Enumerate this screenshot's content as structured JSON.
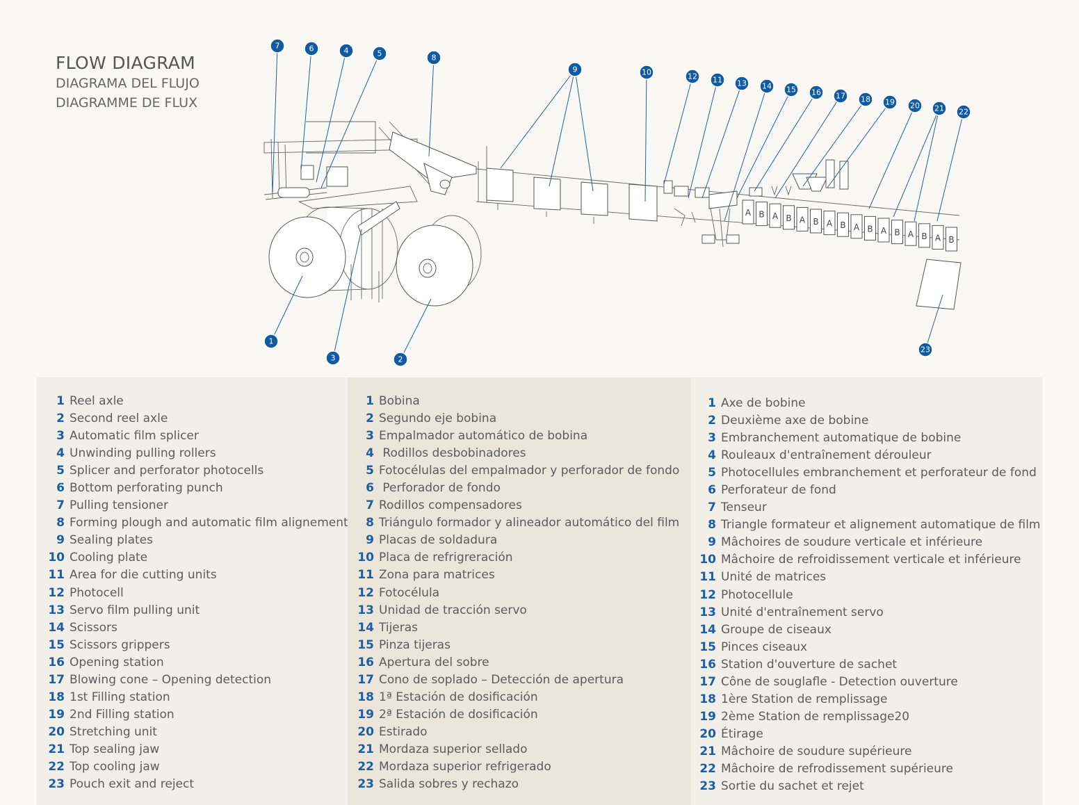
{
  "header": {
    "title_en": "FLOW DIAGRAM",
    "title_es": "DIAGRAMA DEL FLUJO",
    "title_fr": "DIAGRAMME DE FLUX"
  },
  "bag_letters": [
    "A",
    "B"
  ],
  "callouts": [
    "1",
    "2",
    "3",
    "4",
    "5",
    "6",
    "7",
    "8",
    "9",
    "10",
    "11",
    "12",
    "13",
    "14",
    "15",
    "16",
    "17",
    "18",
    "19",
    "20",
    "21",
    "22",
    "23"
  ],
  "legend_en": [
    {
      "n": "1",
      "t": "Reel axle"
    },
    {
      "n": "2",
      "t": "Second reel axle"
    },
    {
      "n": "3",
      "t": "Automatic film splicer"
    },
    {
      "n": "4",
      "t": "Unwinding pulling rollers"
    },
    {
      "n": "5",
      "t": "Splicer and perforator photocells"
    },
    {
      "n": "6",
      "t": "Bottom perforating punch"
    },
    {
      "n": "7",
      "t": "Pulling tensioner"
    },
    {
      "n": "8",
      "t": "Forming plough and automatic film alignement"
    },
    {
      "n": "9",
      "t": "Sealing plates"
    },
    {
      "n": "10",
      "t": "Cooling plate"
    },
    {
      "n": "11",
      "t": "Area for die cutting units"
    },
    {
      "n": "12",
      "t": "Photocell"
    },
    {
      "n": "13",
      "t": "Servo film pulling unit"
    },
    {
      "n": "14",
      "t": "Scissors"
    },
    {
      "n": "15",
      "t": "Scissors grippers"
    },
    {
      "n": "16",
      "t": "Opening station"
    },
    {
      "n": "17",
      "t": "Blowing cone – Opening detection"
    },
    {
      "n": "18",
      "t": "1st Filling station"
    },
    {
      "n": "19",
      "t": "2nd Filling station"
    },
    {
      "n": "20",
      "t": "Stretching unit"
    },
    {
      "n": "21",
      "t": "Top sealing jaw"
    },
    {
      "n": "22",
      "t": "Top cooling jaw"
    },
    {
      "n": "23",
      "t": "Pouch exit and reject"
    }
  ],
  "legend_es": [
    {
      "n": "1",
      "t": "Bobina"
    },
    {
      "n": "2",
      "t": "Segundo eje bobina"
    },
    {
      "n": "3",
      "t": "Empalmador automático de bobina"
    },
    {
      "n": "4",
      "t": " Rodillos desbobinadores"
    },
    {
      "n": "5",
      "t": "Fotocélulas del empalmador y perforador de fondo"
    },
    {
      "n": "6",
      "t": " Perforador de fondo"
    },
    {
      "n": "7",
      "t": "Rodillos compensadores"
    },
    {
      "n": "8",
      "t": "Triángulo formador y alineador automático del film"
    },
    {
      "n": "9",
      "t": "Placas de soldadura"
    },
    {
      "n": "10",
      "t": "Placa de refrigreración"
    },
    {
      "n": "11",
      "t": "Zona para matrices"
    },
    {
      "n": "12",
      "t": "Fotocélula"
    },
    {
      "n": "13",
      "t": "Unidad de tracción servo"
    },
    {
      "n": "14",
      "t": "Tijeras"
    },
    {
      "n": "15",
      "t": "Pinza tijeras"
    },
    {
      "n": "16",
      "t": "Apertura del sobre"
    },
    {
      "n": "17",
      "t": "Cono de soplado – Detección de apertura"
    },
    {
      "n": "18",
      "t": "1ª Estación de dosificación"
    },
    {
      "n": "19",
      "t": "2ª Estación de dosificación"
    },
    {
      "n": "20",
      "t": "Estirado"
    },
    {
      "n": "21",
      "t": "Mordaza superior sellado"
    },
    {
      "n": "22",
      "t": "Mordaza superior refrigerado"
    },
    {
      "n": "23",
      "t": "Salida sobres y rechazo"
    }
  ],
  "legend_fr": [
    {
      "n": "1",
      "t": "Axe de bobine"
    },
    {
      "n": "2",
      "t": "Deuxième axe de bobine"
    },
    {
      "n": "3",
      "t": "Embranchement automatique de bobine"
    },
    {
      "n": "4",
      "t": "Rouleaux d'entraînement  dérouleur"
    },
    {
      "n": "5",
      "t": "Photocellules embranchement et perforateur de fond"
    },
    {
      "n": "6",
      "t": "Perforateur de fond"
    },
    {
      "n": "7",
      "t": "Tenseur"
    },
    {
      "n": "8",
      "t": "Triangle formateur et alignement automatique de film"
    },
    {
      "n": "9",
      "t": "Mâchoires de soudure verticale et inférieure"
    },
    {
      "n": "10",
      "t": "Mâchoire de refroidissement verticale et inférieure"
    },
    {
      "n": "11",
      "t": "Unité de matrices"
    },
    {
      "n": "12",
      "t": "Photocellule"
    },
    {
      "n": "13",
      "t": "Unité d'entraînement servo"
    },
    {
      "n": "14",
      "t": "Groupe de ciseaux"
    },
    {
      "n": "15",
      "t": "Pinces ciseaux"
    },
    {
      "n": "16",
      "t": "Station d'ouverture de sachet"
    },
    {
      "n": "17",
      "t": "Cône de souglafle  - Detection ouverture"
    },
    {
      "n": "18",
      "t": "1ère Station de remplissage"
    },
    {
      "n": "19",
      "t": "2ème Station de remplissage20"
    },
    {
      "n": "20",
      "t": "Étirage"
    },
    {
      "n": "21",
      "t": "Mâchoire de soudure supérieure"
    },
    {
      "n": "22",
      "t": "Mâchoire de refrodissement supérieure"
    },
    {
      "n": "23",
      "t": "Sortie du sachet et rejet"
    }
  ]
}
